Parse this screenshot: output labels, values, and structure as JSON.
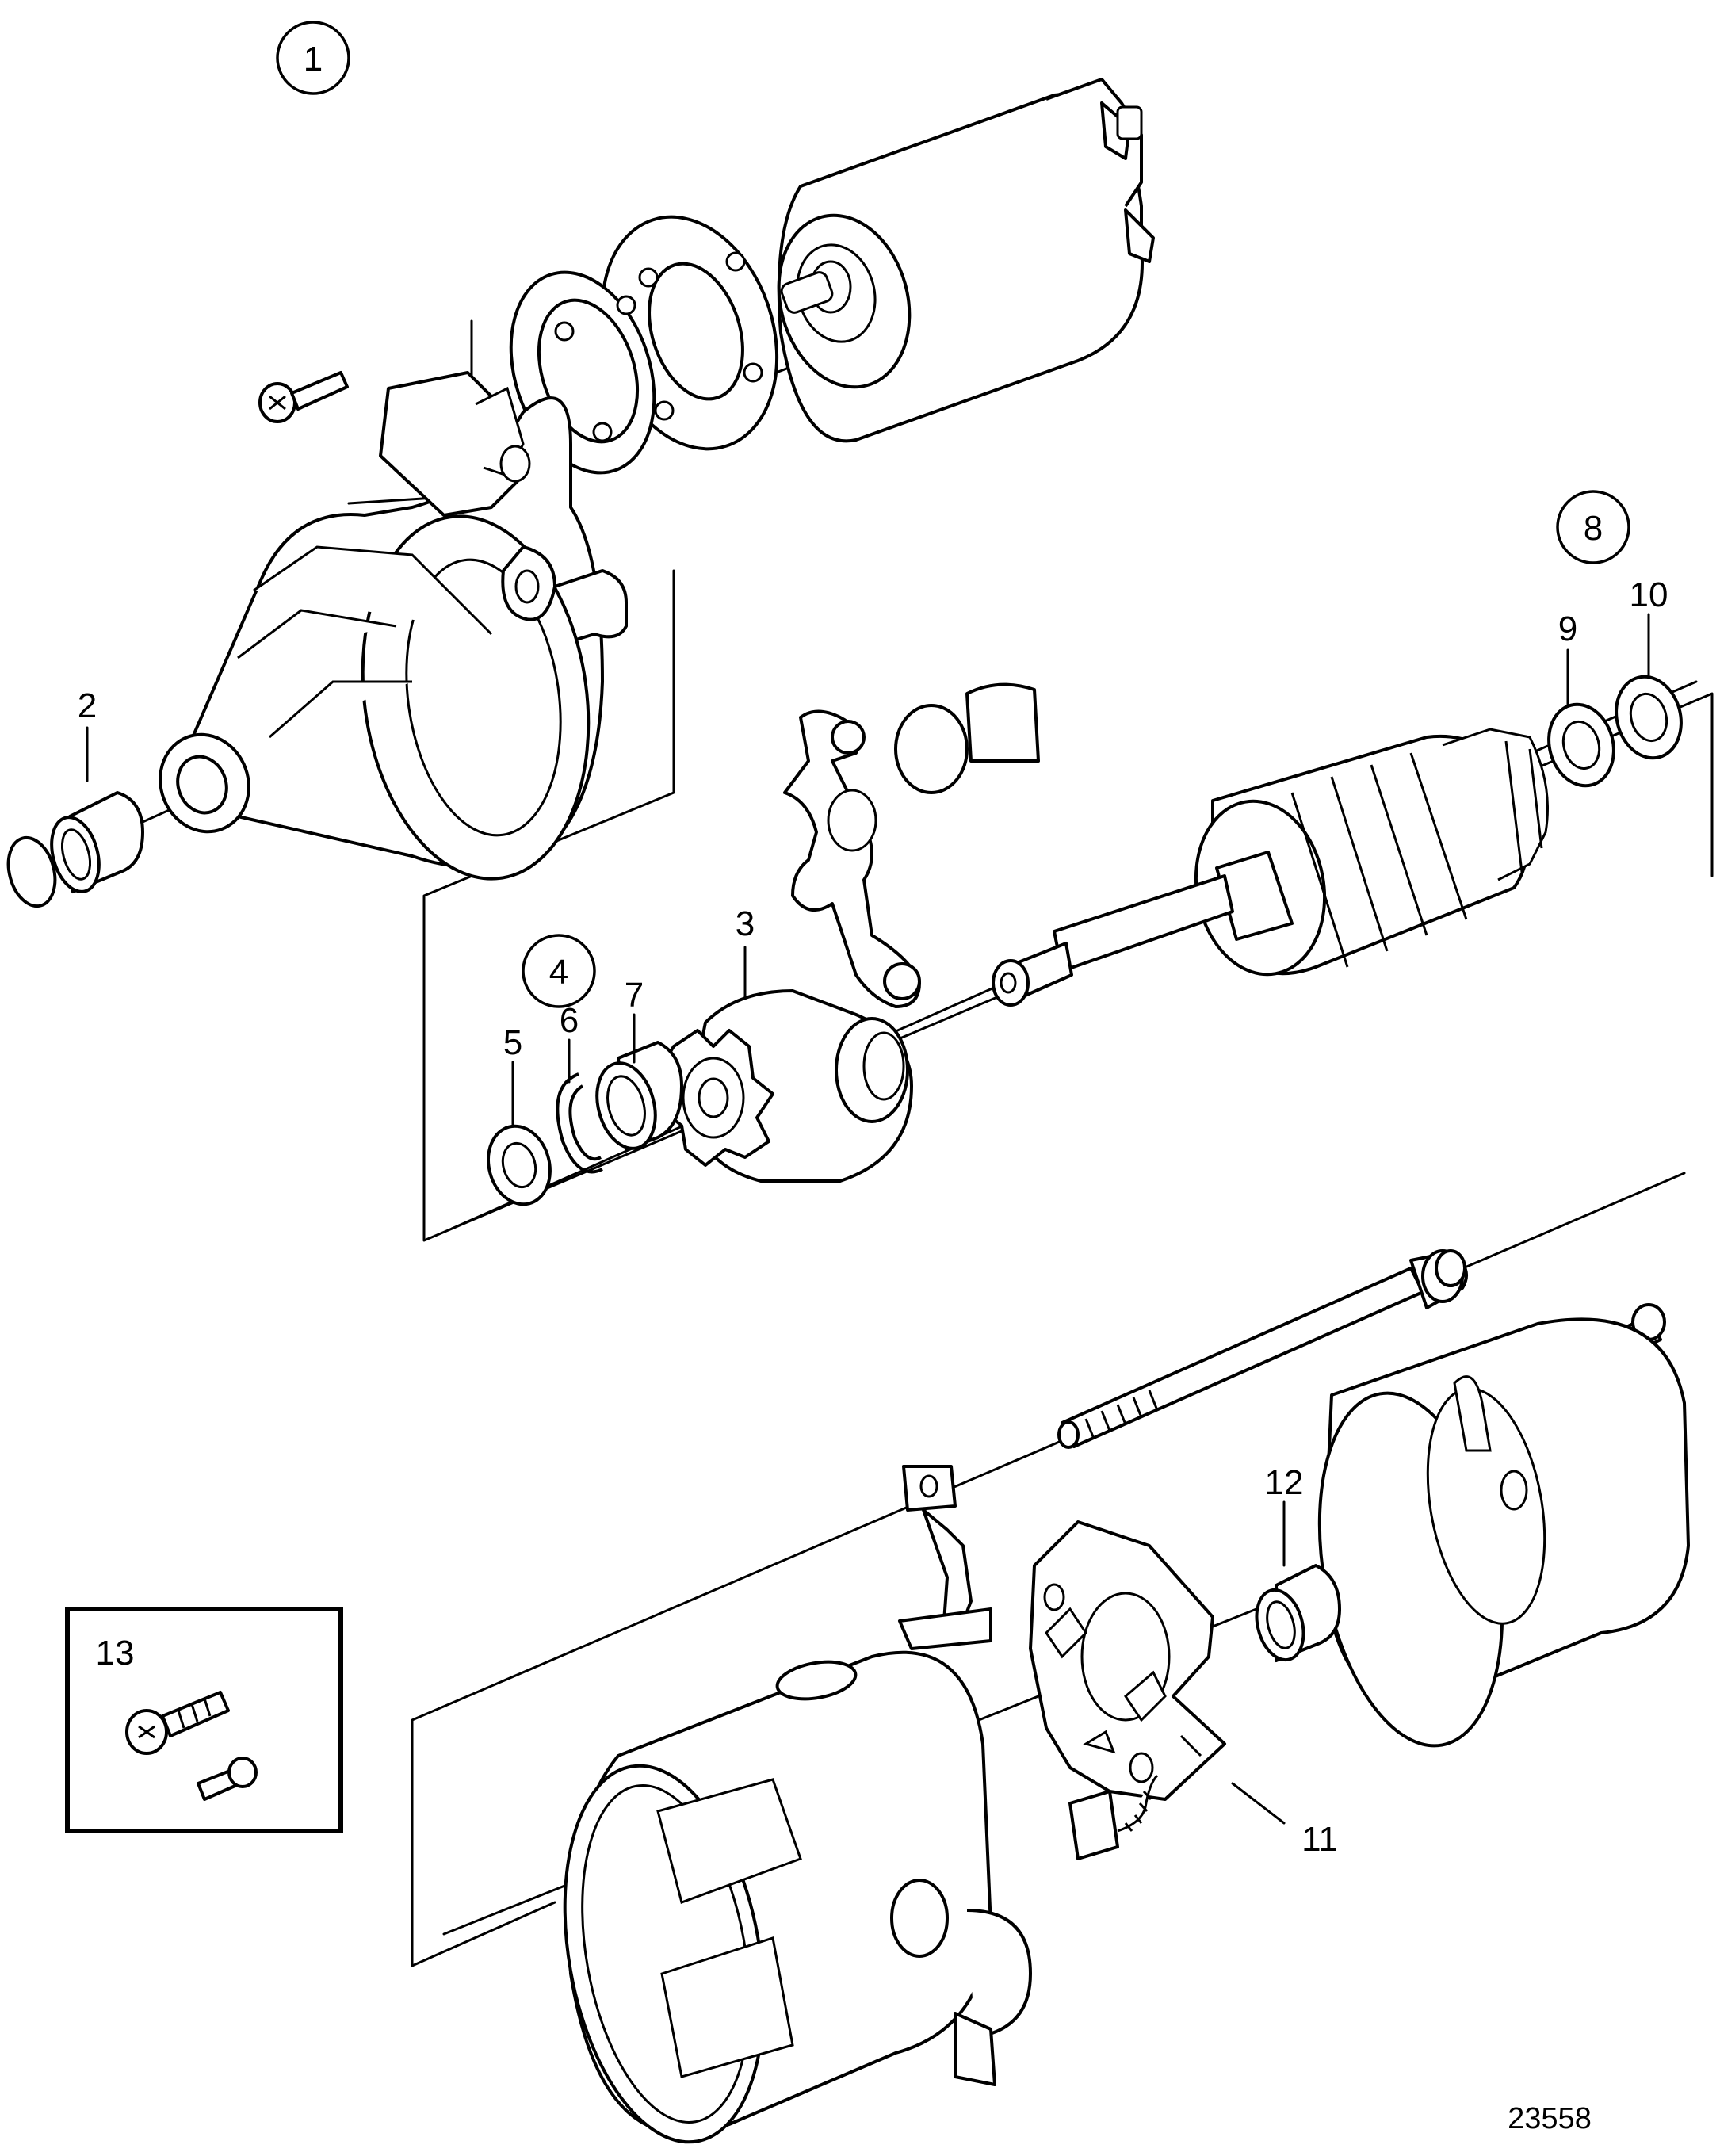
{
  "callouts": {
    "c1": "1",
    "c2": "2",
    "c3": "3",
    "c4": "4",
    "c5": "5",
    "c6": "6",
    "c7": "7",
    "c8": "8",
    "c9": "9",
    "c10": "10",
    "c11": "11",
    "c12": "12",
    "c13": "13"
  },
  "drawing_number": "23558"
}
